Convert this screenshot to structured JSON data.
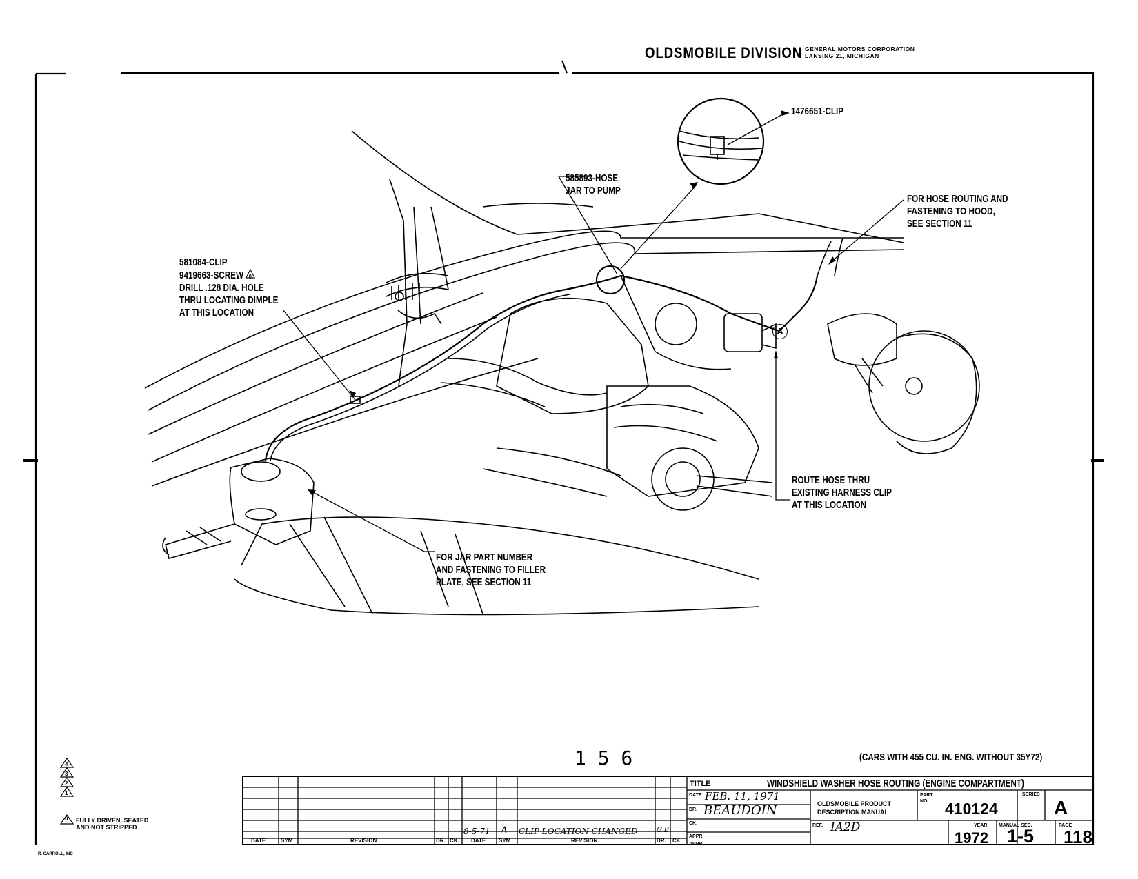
{
  "header": {
    "division": "OLDSMOBILE DIVISION",
    "corp_line1": "GENERAL MOTORS CORPORATION",
    "corp_line2": "LANSING 21, MICHIGAN"
  },
  "callouts": {
    "clip_detail": "1476651-CLIP",
    "hose_line1": "585893-HOSE",
    "hose_line2": "JAR TO PUMP",
    "hood_line1": "FOR HOSE ROUTING AND",
    "hood_line2": "FASTENING TO HOOD,",
    "hood_line3": "SEE SECTION 11",
    "clip_line1": "581084-CLIP",
    "clip_line2": "9419663-SCREW",
    "clip_line3": "DRILL .128 DIA. HOLE",
    "clip_line4": "THRU LOCATING DIMPLE",
    "clip_line5": "AT THIS LOCATION",
    "screw_rev": "0",
    "marker_a": "A",
    "route_line1": "ROUTE HOSE THRU",
    "route_line2": "EXISTING HARNESS CLIP",
    "route_line3": "AT THIS LOCATION",
    "jar_line1": "FOR JAR PART NUMBER",
    "jar_line2": "AND FASTENING TO FILLER",
    "jar_line3": "PLATE, SEE SECTION 11"
  },
  "page_number_center": "1 5 6",
  "applicability": "(CARS WITH 455 CU. IN. ENG. WITHOUT 35Y72)",
  "legend": {
    "triangles": [
      "4",
      "3",
      "2",
      "1",
      "0"
    ],
    "note_line1": "FULLY DRIVEN, SEATED",
    "note_line2": "AND NOT STRIPPED"
  },
  "printer": "R. CARROLL, INC",
  "revision_table": {
    "headers": [
      "DATE",
      "SYM",
      "REVISION",
      "DR.",
      "CK.",
      "DATE",
      "SYM",
      "REVISION",
      "DR.",
      "CK."
    ],
    "entry_date": "8-5-71",
    "entry_sym": "A",
    "entry_text": "CLIP LOCATION CHANGED",
    "entry_dr": "G.B."
  },
  "title_block": {
    "title_label": "TITLE",
    "title": "WINDSHIELD WASHER HOSE ROUTING (ENGINE COMPARTMENT)",
    "date_label": "DATE",
    "date_value": "FEB. 11, 1971",
    "dr_label": "DR.",
    "dr_value": "BEAUDOIN",
    "ck_label": "CK.",
    "appr_label": "APPR.",
    "appr2_label": "APPR.",
    "manual_line1": "OLDSMOBILE PRODUCT",
    "manual_line2": "DESCRIPTION MANUAL",
    "part_label1": "PART",
    "part_label2": "NO.",
    "part_no": "410124",
    "series_label": "SERIES",
    "series": "A",
    "ref_label": "REF.",
    "ref_value": "IA2D",
    "year_label": "YEAR",
    "year": "1972",
    "manual_sec_label": "MANUAL SEC.",
    "manual_sec": "1-5",
    "page_label": "PAGE",
    "page": "118"
  }
}
